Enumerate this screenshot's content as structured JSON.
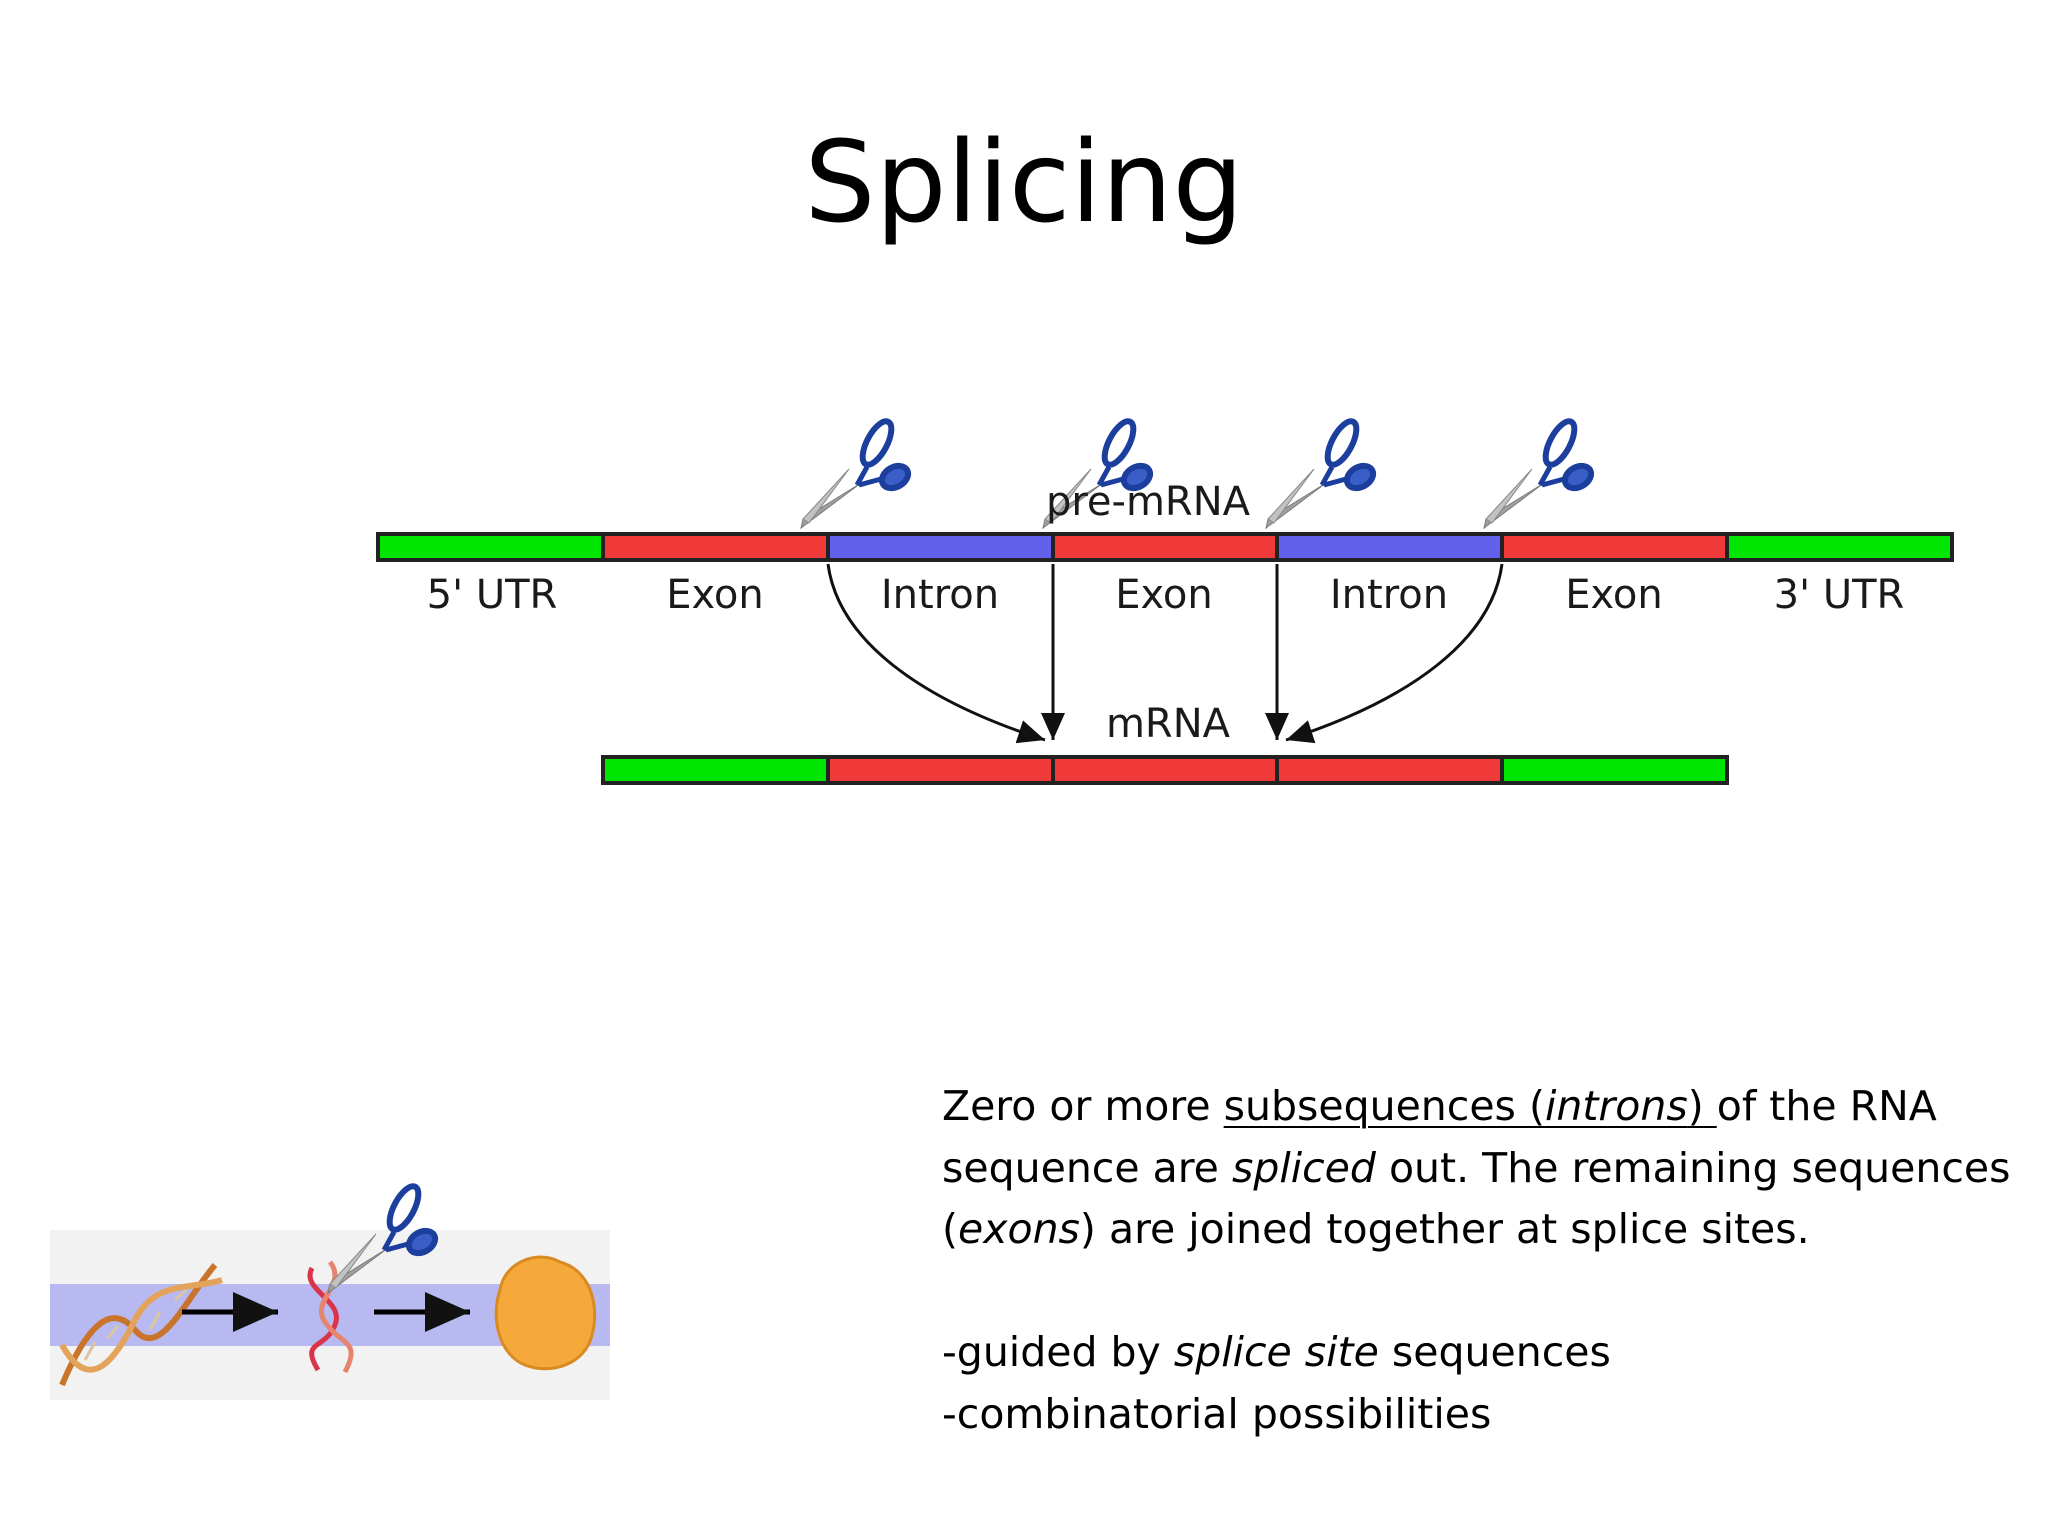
{
  "slide": {
    "title": "Splicing",
    "diagram": {
      "premrna_label": "pre-mRNA",
      "mrna_label": "mRNA",
      "segments": [
        "5' UTR",
        "Exon",
        "Intron",
        "Exon",
        "Intron",
        "Exon",
        "3' UTR"
      ],
      "colors": {
        "utr": "#00e600",
        "exon": "#f03a3a",
        "intron": "#6161ee",
        "scissor_handle": "#1c3f9e",
        "scissor_blade": "#9a9a9a"
      }
    },
    "text": {
      "p1_a": "Zero or more ",
      "p1_u1": "subsequences (",
      "p1_u_em": "introns",
      "p1_u2": ") ",
      "p1_b": "of the RNA",
      "p2_a": "sequence are ",
      "p2_em": "spliced",
      "p2_b": " out. The remaining sequences",
      "p3_a": "(",
      "p3_em": "exons",
      "p3_b": ") are joined together at splice sites.",
      "b1_a": "-guided by ",
      "b1_em": "splice site",
      "b1_b": " sequences",
      "b2": "-combinatorial possibilities"
    }
  }
}
